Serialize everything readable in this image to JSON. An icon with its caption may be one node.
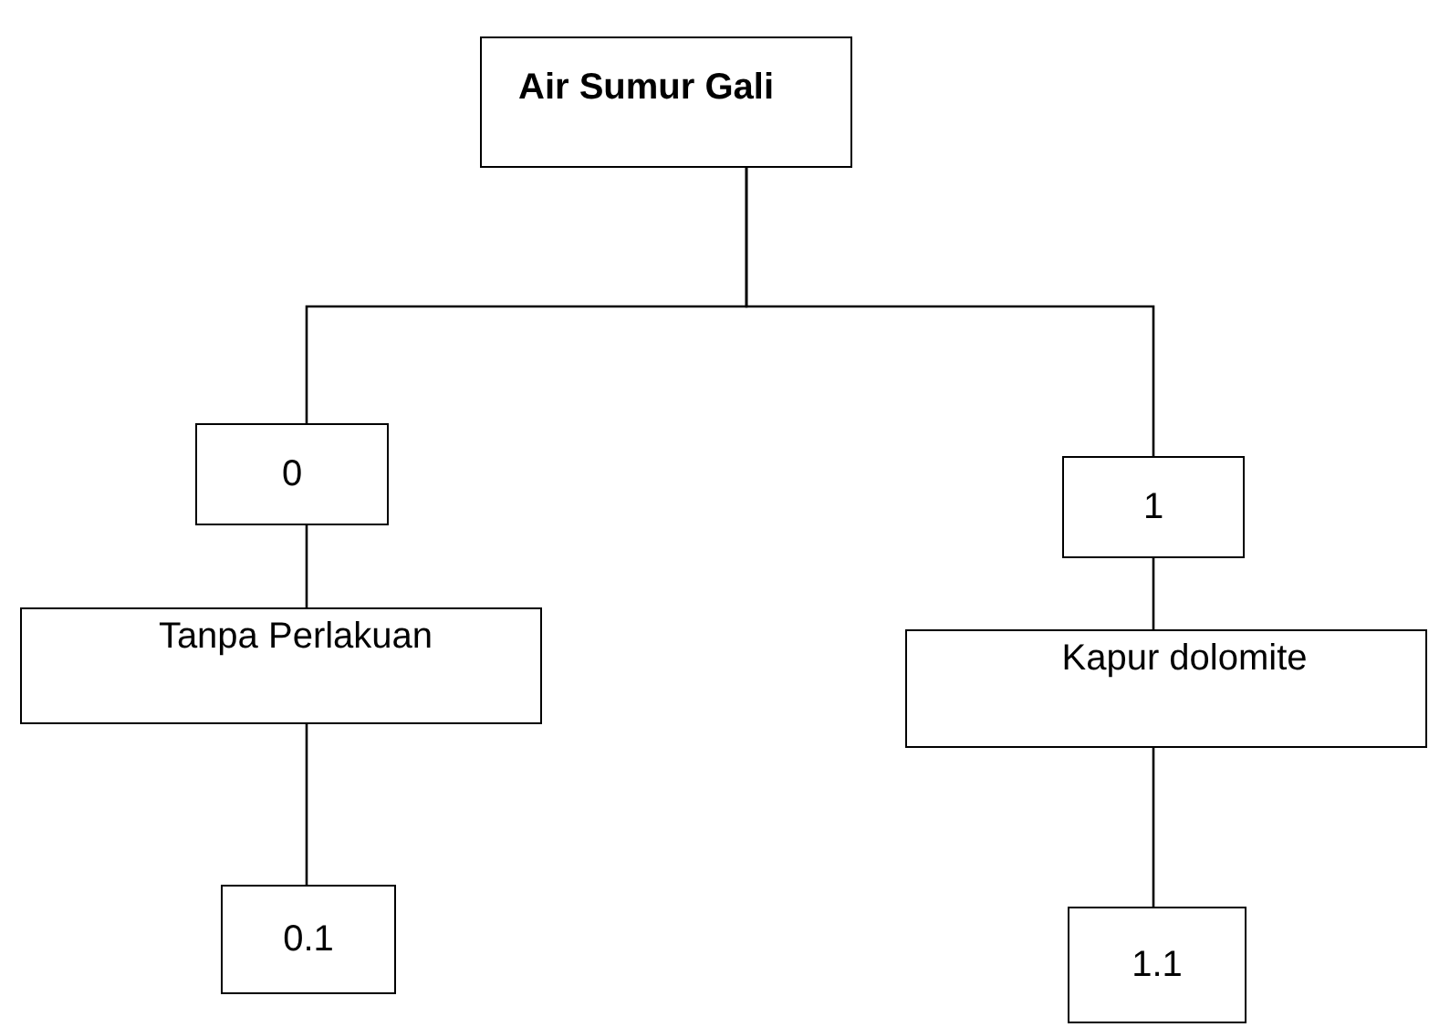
{
  "diagram": {
    "nodes": [
      {
        "text": [
          "Air Sumur Gali"
        ]
      },
      {
        "text": [
          "0"
        ]
      },
      {
        "text": [
          "1"
        ]
      },
      {
        "text": [
          "Tanpa Perlakuan"
        ]
      },
      {
        "text": [
          "Kapur dolomite"
        ]
      },
      {
        "text": [
          "0.1"
        ]
      },
      {
        "text": [
          "1.1"
        ]
      }
    ],
    "edges": [
      {
        "from": 0,
        "to": 1,
        "arrow": "none"
      },
      {
        "from": 0,
        "to": 2,
        "arrow": "none"
      },
      {
        "from": 1,
        "to": 3,
        "arrow": "none"
      },
      {
        "from": 2,
        "to": 4,
        "arrow": "none"
      },
      {
        "from": 3,
        "to": 5,
        "arrow": "none"
      },
      {
        "from": 4,
        "to": 6,
        "arrow": "none"
      }
    ]
  }
}
